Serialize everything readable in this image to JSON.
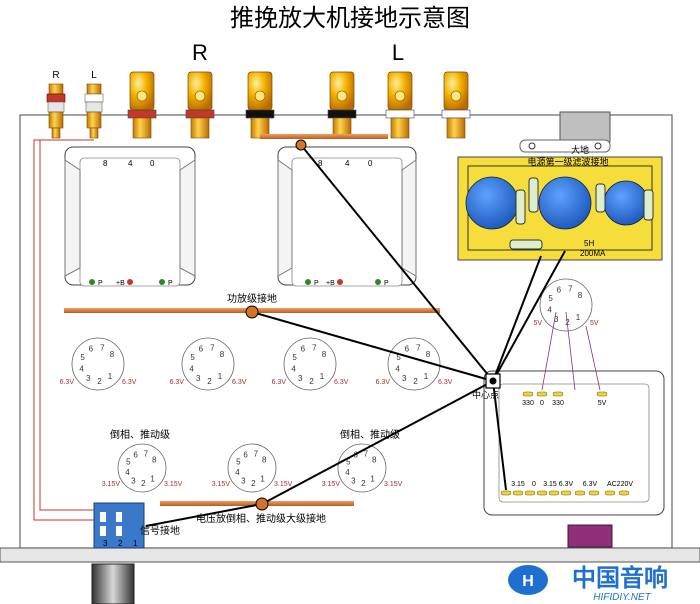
{
  "title": "推挽放大机接地示意图",
  "channels": {
    "right": "R",
    "left": "L"
  },
  "input_jacks": {
    "right": "R",
    "left": "L"
  },
  "transformer_terminals": {
    "t8": "8",
    "t4": "4",
    "t0": "0"
  },
  "transformer_bottom_labels": {
    "p1": "P",
    "b": "+B",
    "p2": "P"
  },
  "power_board": {
    "caption": "电源第一级滤波接地",
    "big_ground": "大地",
    "choke": "5H",
    "choke_current": "200MA"
  },
  "labels": {
    "power_stage_ground": "功放级接地",
    "center_point": "中心点",
    "driver_stage_a": "倒相、推动级",
    "driver_stage_b": "倒相、推动级",
    "driver_ground": "电压放倒相、推动级大级接地",
    "signal_ground": "信号接地"
  },
  "tube_pins": [
    "1",
    "2",
    "3",
    "4",
    "5",
    "6",
    "7",
    "8"
  ],
  "voltage_labels": {
    "v63": "6.3V",
    "v315": "3.15V",
    "v5": "5V"
  },
  "rectifier_pins": [
    "1",
    "2",
    "3",
    "4",
    "5",
    "6",
    "7",
    "8"
  ],
  "pt_top_terminals": [
    "330",
    "0",
    "330",
    "5V"
  ],
  "pt_bottom_terminals": [
    "3.15",
    "0",
    "3.15",
    "6.3V",
    "6.3V",
    "AC220V"
  ],
  "selector_pins": [
    "3",
    "2",
    "1"
  ],
  "watermark": {
    "brand": "中国音响",
    "url": "HIFIDIY.NET"
  },
  "colors": {
    "ground_wire": "#000000",
    "orange_bus": "#d4742a",
    "board_yellow": "#f5de3c",
    "cap_blue": "#2a6fd6",
    "jack_gold": "#f5a800",
    "signal_wire": "#c0392b",
    "selector_blue": "#3a79c9",
    "mains_purple": "#8e2f77"
  }
}
